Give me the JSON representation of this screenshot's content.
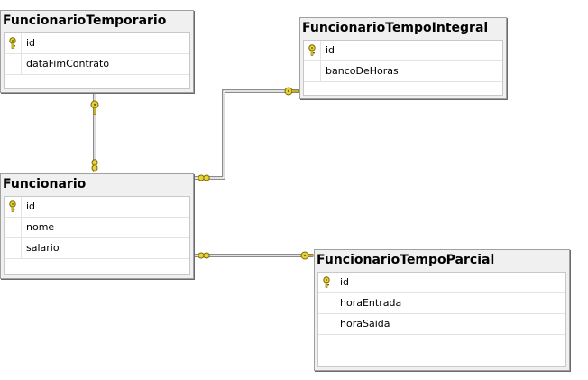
{
  "tables": [
    {
      "id": "funcionario_temporario",
      "name": "FuncionarioTemporario",
      "columns": [
        {
          "name": "id",
          "pk": true
        },
        {
          "name": "dataFimContrato",
          "pk": false
        }
      ]
    },
    {
      "id": "funcionario_tempo_integral",
      "name": "FuncionarioTempoIntegral",
      "columns": [
        {
          "name": "id",
          "pk": true
        },
        {
          "name": "bancoDeHoras",
          "pk": false
        }
      ]
    },
    {
      "id": "funcionario",
      "name": "Funcionario",
      "columns": [
        {
          "name": "id",
          "pk": true
        },
        {
          "name": "nome",
          "pk": false
        },
        {
          "name": "salario",
          "pk": false
        }
      ]
    },
    {
      "id": "funcionario_tempo_parcial",
      "name": "FuncionarioTempoParcial",
      "columns": [
        {
          "name": "id",
          "pk": true
        },
        {
          "name": "horaEntrada",
          "pk": false
        },
        {
          "name": "horaSaida",
          "pk": false
        }
      ]
    }
  ],
  "relationships": [
    {
      "from": "funcionario_temporario",
      "to": "funcionario"
    },
    {
      "from": "funcionario_tempo_integral",
      "to": "funcionario"
    },
    {
      "from": "funcionario_tempo_parcial",
      "to": "funcionario"
    }
  ],
  "colors": {
    "key_fill": "#e8d23a",
    "key_stroke": "#7a6a00",
    "line": "#8c8c8c"
  }
}
